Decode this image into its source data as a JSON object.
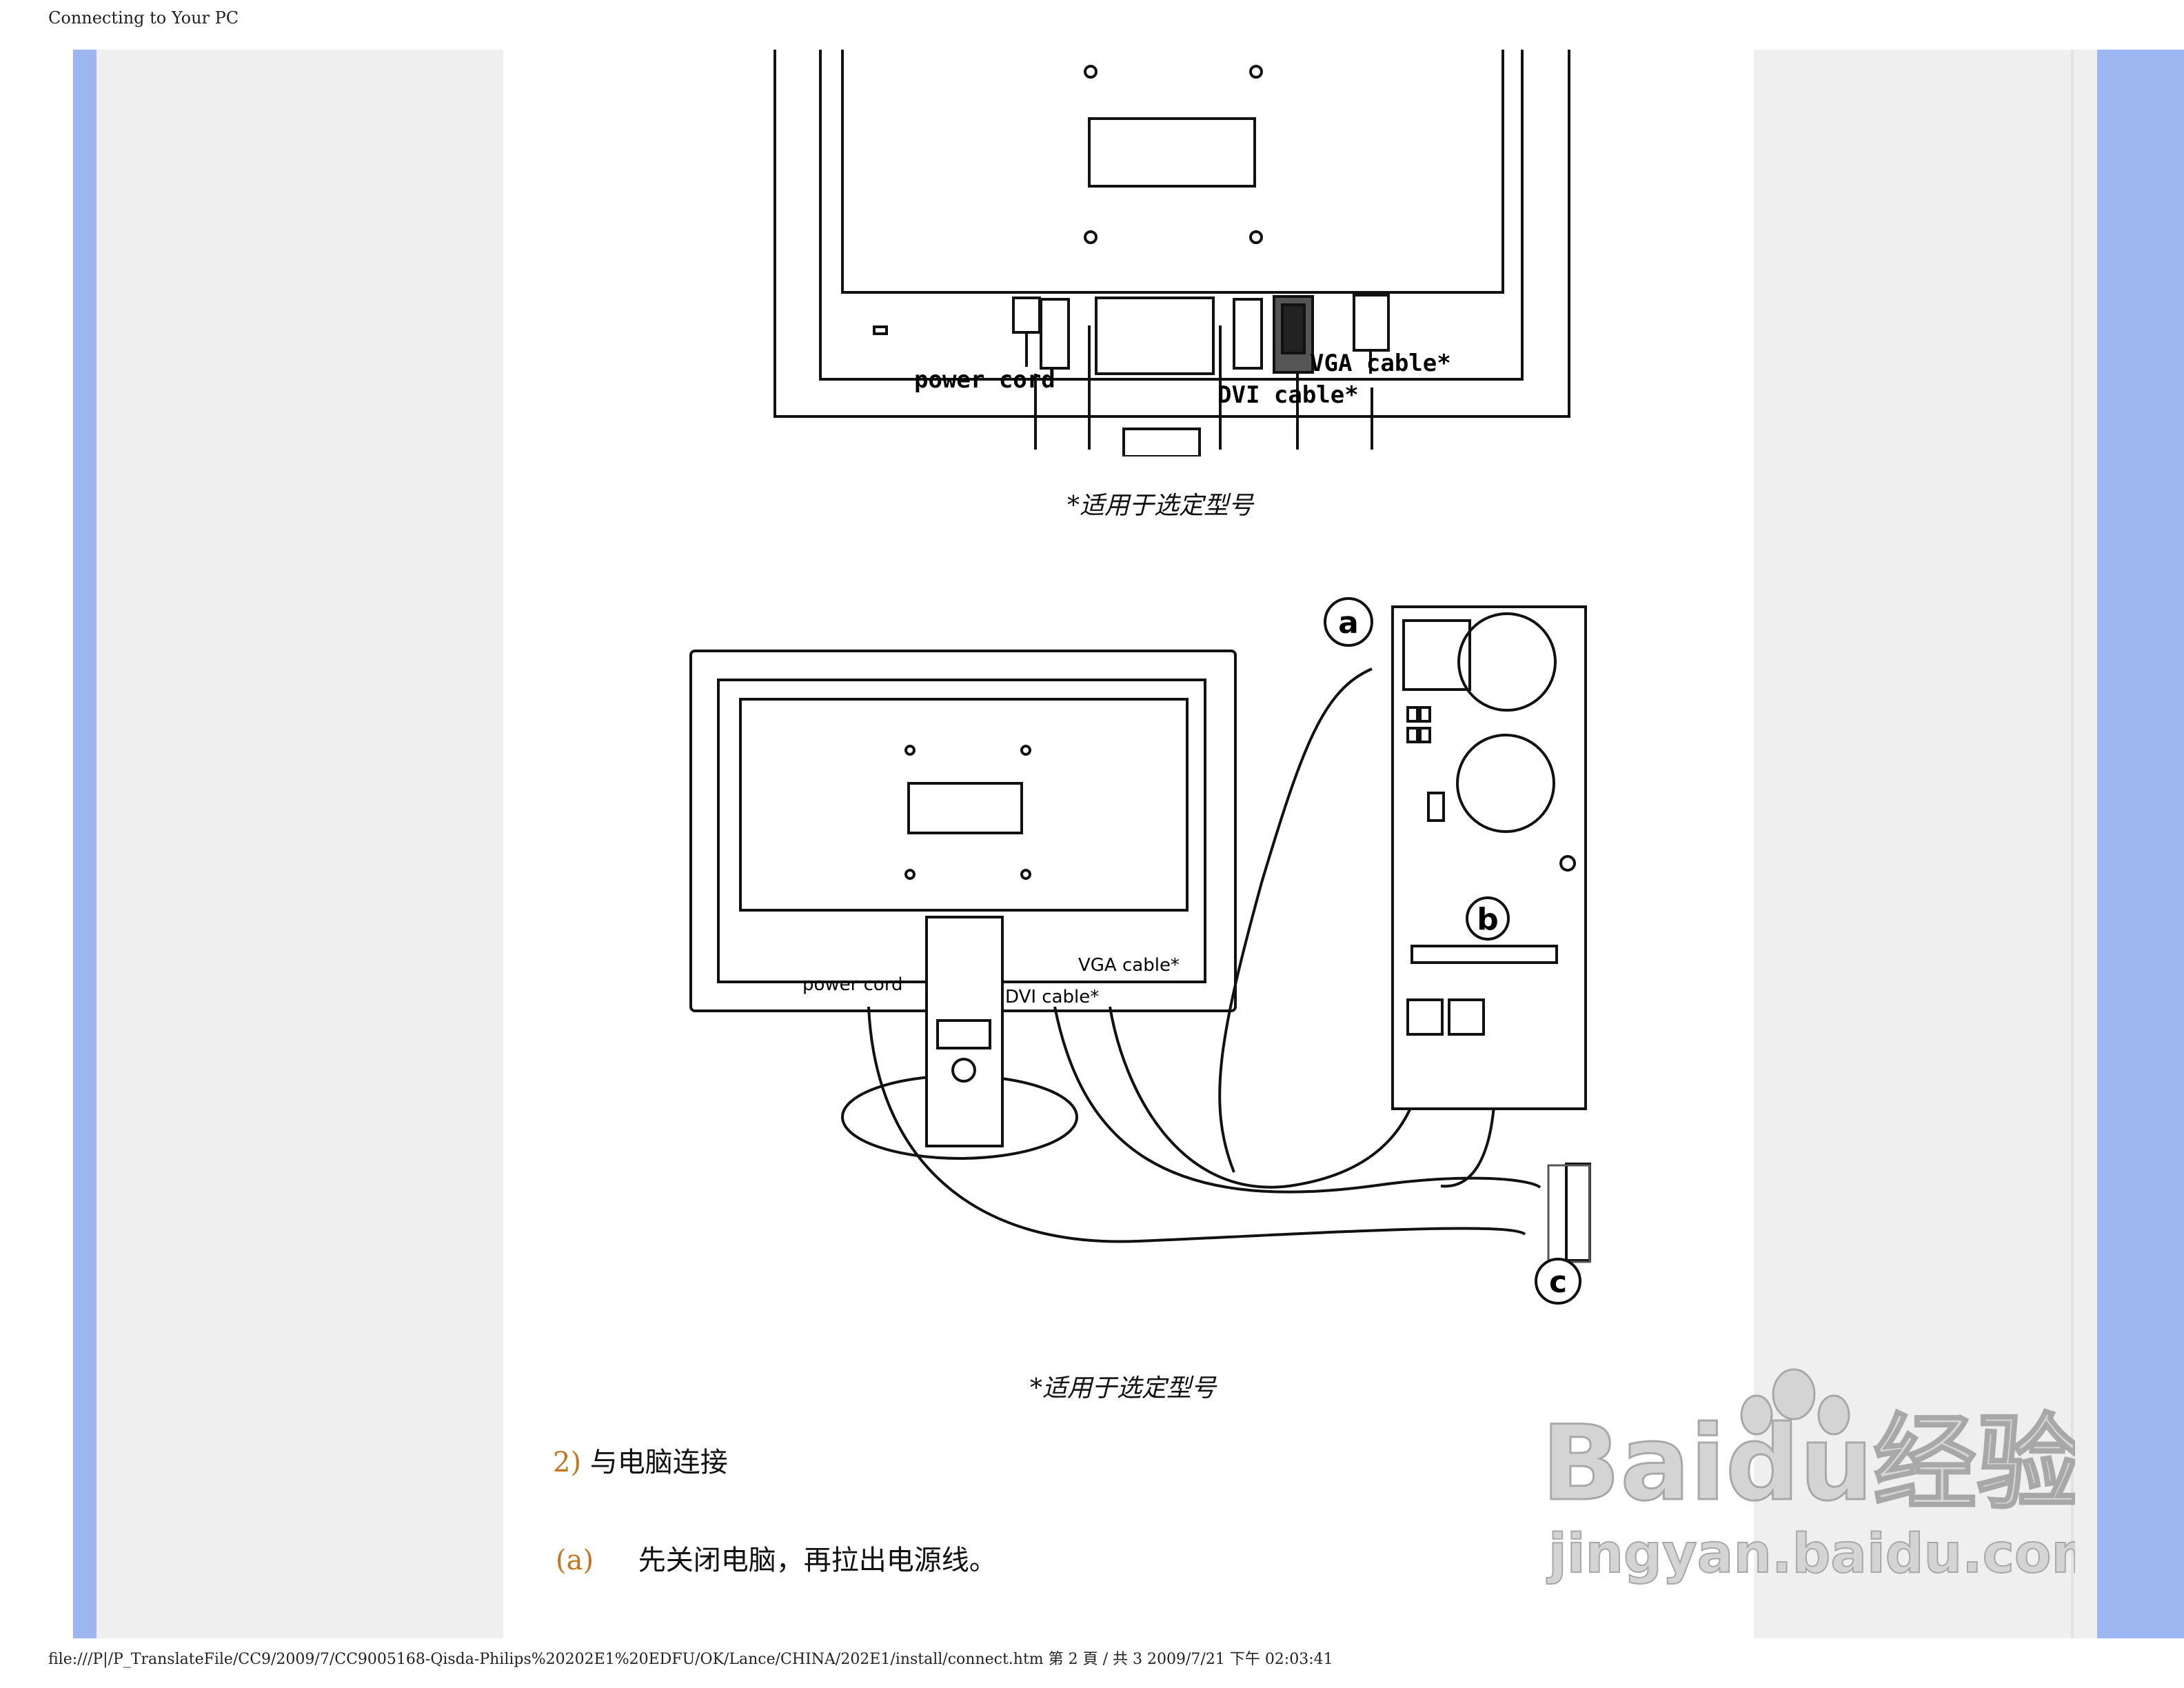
{
  "header": {
    "title": "Connecting to Your PC"
  },
  "figure_top": {
    "labels": {
      "power": "power cord",
      "dvi": "DVI cable*",
      "vga": "VGA cable*"
    }
  },
  "caption_top": "*适用于选定型号",
  "figure_bottom": {
    "labels": {
      "power": "power cord",
      "dvi": "DVI cable*",
      "vga": "VGA cable*"
    },
    "markers": {
      "a": "a",
      "b": "b",
      "c": "c"
    }
  },
  "caption_bottom": "*适用于选定型号",
  "step2": {
    "number": "2)",
    "text": "与电脑连接"
  },
  "step_a": {
    "marker": "(a)",
    "text": "先关闭电脑，再拉出电源线。"
  },
  "footer": "file:///P|/P_TranslateFile/CC9/2009/7/CC9005168-Qisda-Philips%20202E1%20EDFU/OK/Lance/CHINA/202E1/install/connect.htm 第 2 頁 / 共 3 2009/7/21 下午 02:03:41",
  "watermark": {
    "brand": "Baidu经验",
    "url": "jingyan.baidu.com"
  }
}
